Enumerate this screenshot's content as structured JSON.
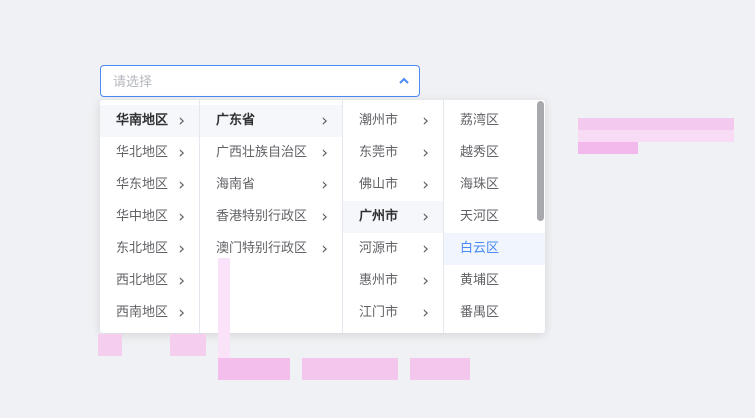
{
  "select": {
    "placeholder": "请选择",
    "value": ""
  },
  "icons": {
    "toggle": "chevron-up-icon",
    "next": "chevron-right-icon"
  },
  "colors": {
    "accent": "#4a8af4",
    "active_bg": "#f5f7fa",
    "highlight_bg": "#f1f6fe"
  },
  "columns": [
    {
      "items": [
        "华南地区",
        "华北地区",
        "华东地区",
        "华中地区",
        "东北地区",
        "西北地区",
        "西南地区"
      ],
      "active": 0
    },
    {
      "items": [
        "广东省",
        "广西壮族自治区",
        "海南省",
        "香港特别行政区",
        "澳门特别行政区"
      ],
      "active": 0
    },
    {
      "items": [
        "潮州市",
        "东莞市",
        "佛山市",
        "广州市",
        "河源市",
        "惠州市",
        "江门市"
      ],
      "active": 3
    },
    {
      "items": [
        "荔湾区",
        "越秀区",
        "海珠区",
        "天河区",
        "白云区",
        "黄埔区",
        "番禺区"
      ],
      "highlight": 4
    }
  ]
}
